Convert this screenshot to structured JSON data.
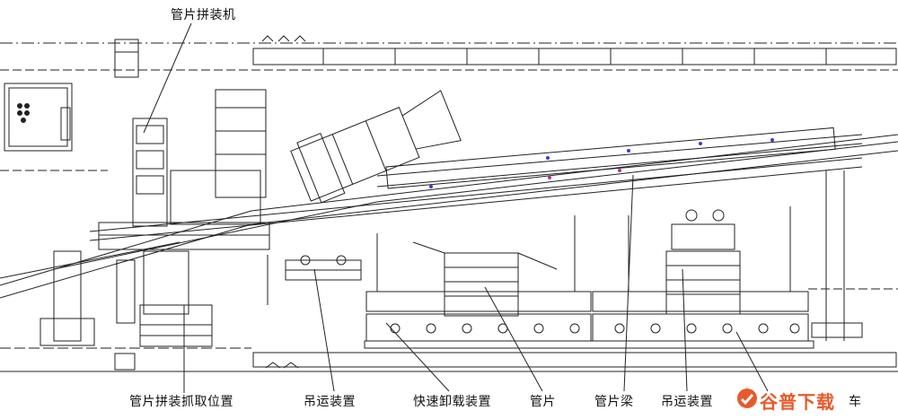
{
  "labels": {
    "segment_erector": "管片拼装机",
    "erector_pick_position": "管片拼装抓取位置",
    "hoist_device_left": "吊运装置",
    "quick_unload_device": "快速卸载装置",
    "segment": "管片",
    "segment_beam": "管片梁",
    "hoist_device_right": "吊运装置",
    "car_partial": "车"
  },
  "watermark": {
    "text": "谷普下载",
    "icon": "watermark-logo-icon",
    "color": "#e85a2a"
  },
  "colors": {
    "line": "#222222",
    "accent_blue": "#3a3acc",
    "accent_magenta": "#c03090"
  }
}
